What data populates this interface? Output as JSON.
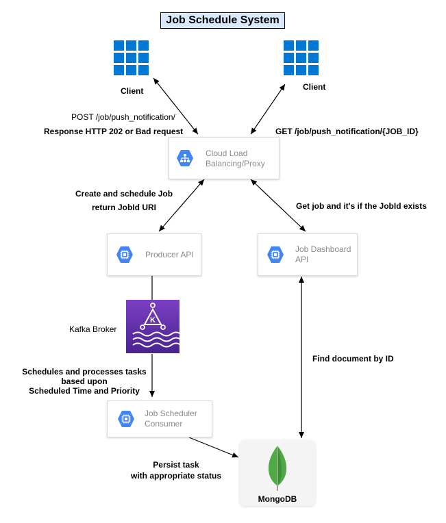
{
  "title": "Job Schedule System",
  "clients": {
    "left_label": "Client",
    "right_label": "Client",
    "icon": "windows-grid-icon"
  },
  "edges": {
    "post_request": "POST /job/push_notification/",
    "post_response": "Response HTTP 202 or Bad request",
    "get_request": "GET /job/push_notification/{JOB_ID}",
    "create_line1": "Create and schedule Job",
    "create_line2": "return JobId URI",
    "get_job": "Get job and it's if the JobId exists",
    "find_document": "Find document by ID",
    "schedules_line1": "Schedules and processes tasks",
    "schedules_line2": "based upon",
    "schedules_line3": "Scheduled Time and Priority",
    "persist_line1": "Persist task",
    "persist_line2": "with appropriate status"
  },
  "nodes": {
    "load_balancer_line1": "Cloud Load",
    "load_balancer_line2": "Balancing/Proxy",
    "producer": "Producer API",
    "dashboard_line1": "Job Dashboard",
    "dashboard_line2": "API",
    "kafka": "Kafka Broker",
    "scheduler_line1": "Job Scheduler",
    "scheduler_line2": "Consumer",
    "mongodb": "MongoDB"
  },
  "colors": {
    "gcp_blue": "#4285f4",
    "windows_blue": "#0078d4",
    "kafka_purple": "#5a2ba0",
    "mongo_green": "#4fa944",
    "title_fill": "#dae8fc"
  }
}
